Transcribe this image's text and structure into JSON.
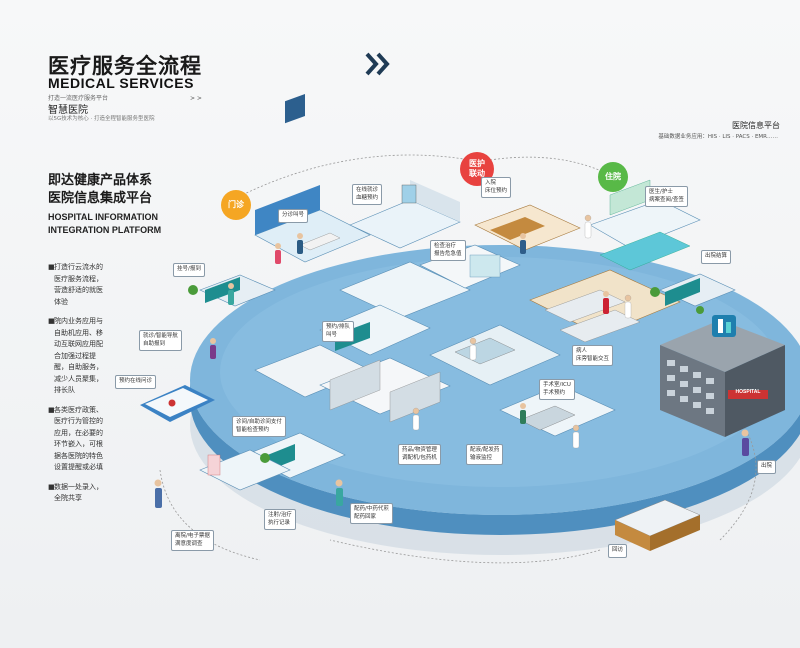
{
  "header": {
    "title": "医疗服务全流程",
    "title_en": "MEDICAL SERVICES",
    "sub1": "打造一流医疗服务平台",
    "sub2": "智慧医院",
    "sub3": "以5G技术为核心 · 打造全程智能服务型医院",
    "arrow_text": "> >"
  },
  "left": {
    "title_line1": "即达健康产品体系",
    "title_line2": "医院信息集成平台",
    "title_en_line1": "HOSPITAL INFORMATION",
    "title_en_line2": "INTEGRATION PLATFORM",
    "bullets": [
      "打造行云流水的医疗服务流程，营造舒适的就医体验",
      "院内业务应用与自助机应用、移动互联网应用配合加强过程提醒，自助服务，减少人员聚集，排长队",
      "各类医疗政策、医疗行为管控的应用，在必要的环节嵌入，可根据各医院的特色设置提醒或必填",
      "数据一处录入，全院共享"
    ]
  },
  "platform": {
    "label": "医院信息平台",
    "sub": "基础数据业务应用：HIS · LIS · PACS · EMR……"
  },
  "bubbles": {
    "outpatient": "门诊",
    "nursing": "医护\n联动",
    "inpatient": "住院"
  },
  "tags": {
    "triage": "分诊叫号",
    "online_consult": "在线就诊\n血糖预约",
    "admission": "入院\n床位预约",
    "doctor_nurse": "医生/护士\n病案查阅/查签",
    "register": "挂号/报到",
    "exam_treat": "检查治疗\n报告危急值",
    "discharge_settle": "出院结算",
    "consult_guide": "就诊/智能导航\n自助报到",
    "appointment_call": "预约/排队\n叫号",
    "online_queue": "预约在线问诊",
    "patient_bed": "病人\n床旁智能交互",
    "surgery_icu": "手术室/ICU\n手术预约",
    "outpatient_charge": "诊间/自助诊间支付\n智能检查预约",
    "drug_mgmt": "药品/物资管理\n调配机/包药机",
    "dispensing": "配液/配发药\n输液监控",
    "discharge": "出院",
    "return_visit": "回访",
    "infusion": "注射/治疗\n执行记录",
    "dispense_window": "配药/中药代煎\n配药回家",
    "followup": "离院/电子票据\n满意度调查",
    "hospital_sign": "HOSPITAL"
  },
  "colors": {
    "platform": "#7fb6dc",
    "platform_dark": "#4f8fbf",
    "outpatient": "#f5a623",
    "nursing": "#e8423f",
    "inpatient": "#58b947",
    "chevron": "#1f3b55"
  }
}
